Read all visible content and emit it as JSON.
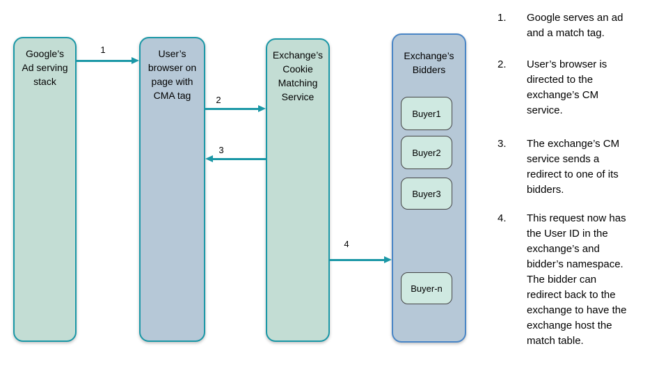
{
  "colors": {
    "teal": "#1a97a6",
    "green-fill": "#c3ddd4",
    "blue-fill": "#b6c8d7",
    "bidders-border": "#4a86c6",
    "buyer-fill": "#cfe9e1",
    "buyer-border": "#444444",
    "text": "#000000",
    "bg": "#ffffff"
  },
  "diagram": {
    "nodes": [
      {
        "id": "google-ad-stack",
        "label": "Google’s\nAd serving\nstack"
      },
      {
        "id": "user-browser",
        "label": "User’s\nbrowser on\npage with\nCMA tag"
      },
      {
        "id": "cm-service",
        "label": "Exchange’s\nCookie\nMatching\nService"
      },
      {
        "id": "bidders",
        "label": "Exchange’s\nBidders"
      }
    ],
    "buyers": [
      "Buyer1",
      "Buyer2",
      "Buyer3",
      "Buyer-n"
    ],
    "arrows": [
      {
        "label": "1",
        "from": "google-ad-stack",
        "to": "user-browser"
      },
      {
        "label": "2",
        "from": "user-browser",
        "to": "cm-service"
      },
      {
        "label": "3",
        "from": "cm-service",
        "to": "user-browser"
      },
      {
        "label": "4",
        "from": "cm-service",
        "to": "bidders"
      }
    ]
  },
  "steps": [
    {
      "num": "1.",
      "text": "Google serves an ad\nand a match tag."
    },
    {
      "num": "2.",
      "text": "User’s browser is\ndirected to the\nexchange’s CM\nservice."
    },
    {
      "num": "3.",
      "text": "The exchange’s CM\nservice sends a\nredirect to one of its\nbidders."
    },
    {
      "num": "4.",
      "text": "This request now has\nthe User ID in the\nexchange’s and\nbidder’s namespace.\nThe bidder can\nredirect back to the\nexchange to have the\nexchange host the\nmatch table."
    }
  ]
}
